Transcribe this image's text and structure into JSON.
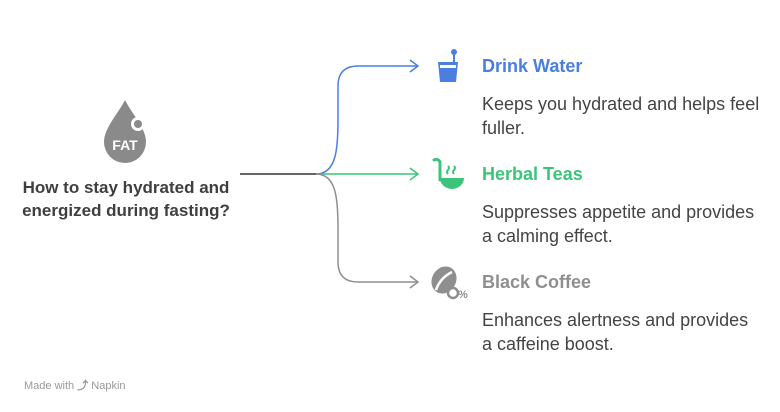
{
  "center": {
    "question": "How to stay hydrated and energized during fasting?",
    "icon": "fat-drop-icon",
    "icon_label": "FAT"
  },
  "branches": [
    {
      "title": "Drink Water",
      "description": "Keeps you hydrated and helps feel fuller.",
      "color": "#4a7fe0",
      "icon": "water-glass-icon"
    },
    {
      "title": "Herbal Teas",
      "description": "Suppresses appetite and provides a calming effect.",
      "color": "#3cc47a",
      "icon": "ladle-steam-icon"
    },
    {
      "title": "Black Coffee",
      "description": "Enhances alertness and provides a caffeine boost.",
      "color": "#8f8f8f",
      "icon": "coffee-bean-icon"
    }
  ],
  "footer": {
    "made_with": "Made with",
    "brand": "Napkin"
  }
}
